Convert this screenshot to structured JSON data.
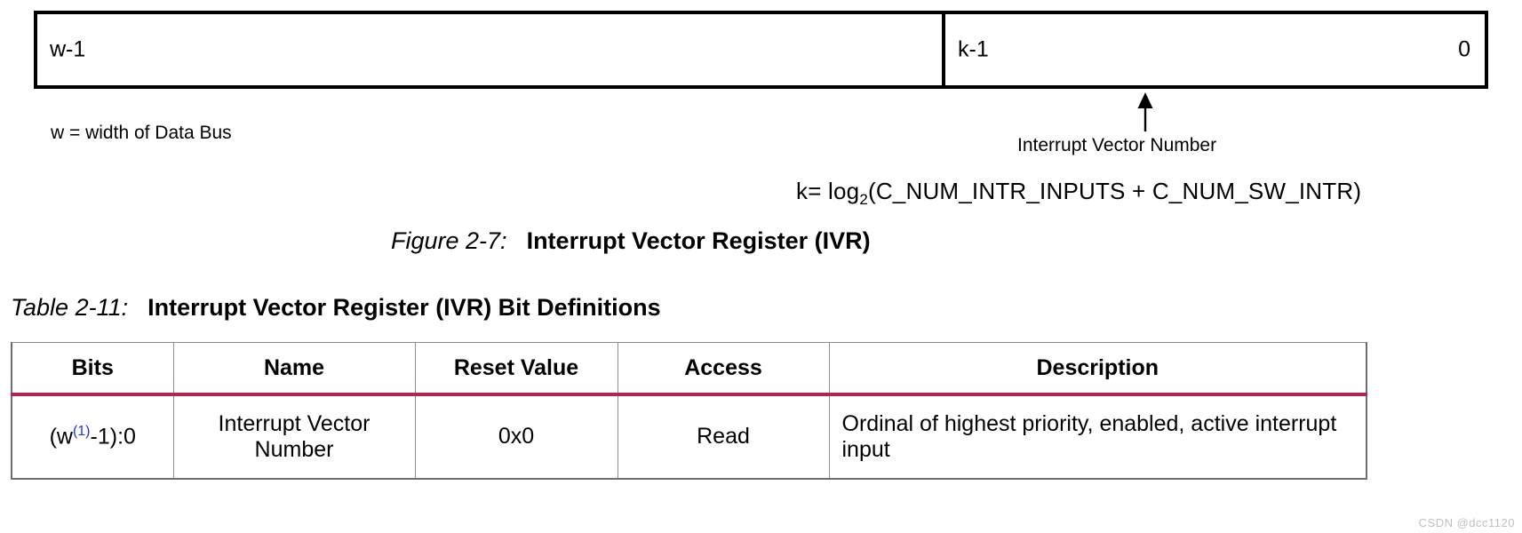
{
  "figure": {
    "register_diagram": {
      "upper_field_left_label": "w-1",
      "lower_field_left_label": "k-1",
      "lower_field_right_label": "0"
    },
    "notes": {
      "data_bus": "w = width of Data Bus",
      "vector_number": "Interrupt Vector Number",
      "k_formula_prefix": "k= log",
      "k_formula_subscript": "2",
      "k_formula_suffix": "(C_NUM_INTR_INPUTS + C_NUM_SW_INTR)"
    },
    "caption_number": "Figure 2-7:",
    "caption_title": "Interrupt Vector Register (IVR)"
  },
  "table": {
    "caption_number": "Table 2-11:",
    "caption_title": "Interrupt Vector Register (IVR) Bit Definitions",
    "headers": [
      "Bits",
      "Name",
      "Reset Value",
      "Access",
      "Description"
    ],
    "rows": [
      {
        "bits_prefix": "(w",
        "bits_footnote": "(1)",
        "bits_suffix": "-1):0",
        "name": "Interrupt Vector Number",
        "reset_value": "0x0",
        "access": "Read",
        "description": "Ordinal of highest priority, enabled, active interrupt input"
      }
    ],
    "accent_color": "#b4234d",
    "border_color": "#6e6e6e",
    "footnote_color": "#1b34e8"
  },
  "watermark": "CSDN @dcc1120"
}
